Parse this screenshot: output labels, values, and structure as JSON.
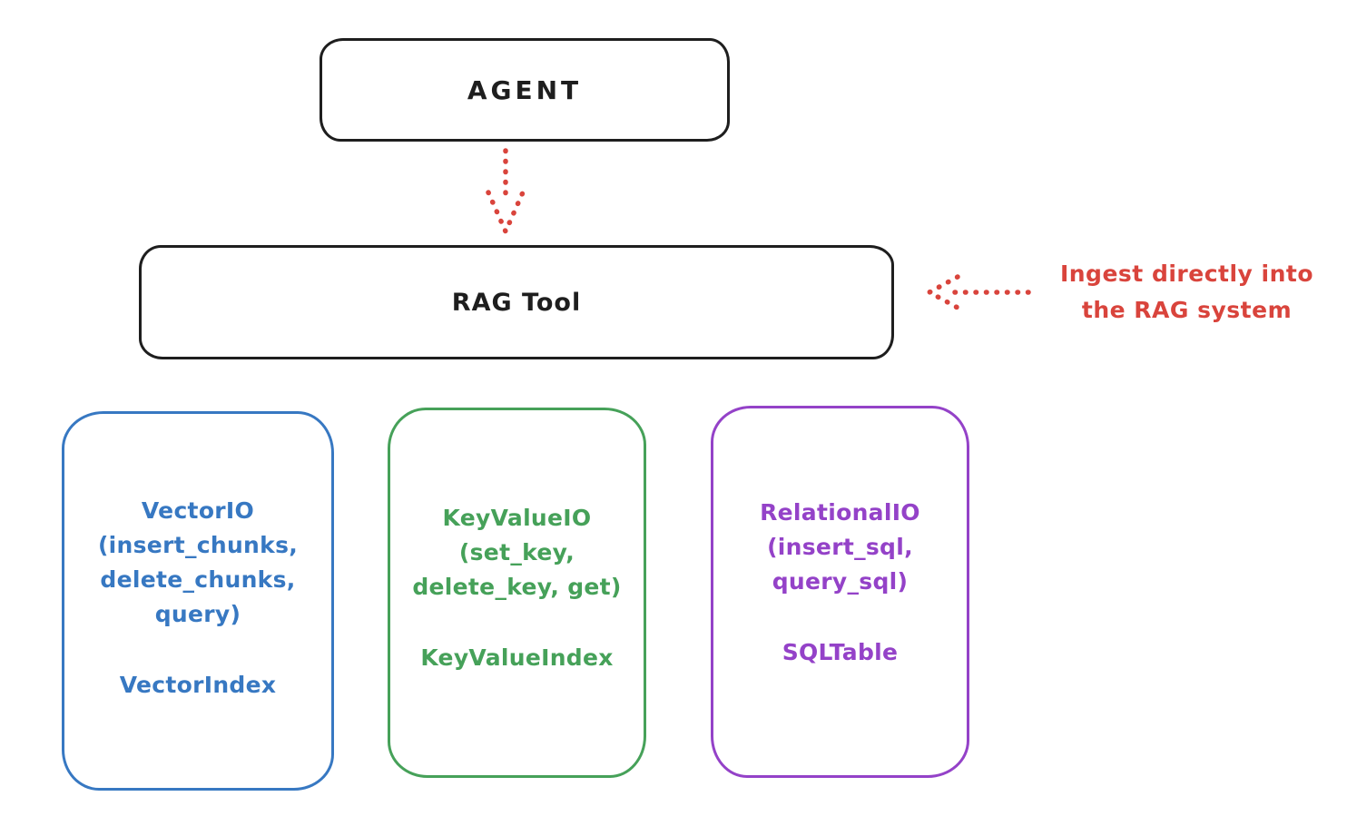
{
  "diagram": {
    "agent": {
      "label": "AGENT"
    },
    "rag_tool": {
      "label": "RAG Tool"
    },
    "annotation": {
      "line1": "Ingest directly into",
      "line2": "the RAG system"
    },
    "stores": [
      {
        "name": "vector-io",
        "lines": [
          "VectorIO",
          "(insert_chunks,",
          "delete_chunks,",
          "query)"
        ],
        "index_label": "VectorIndex",
        "color": "#3778c2"
      },
      {
        "name": "keyvalue-io",
        "lines": [
          "KeyValueIO",
          "(set_key,",
          "delete_key, get)"
        ],
        "index_label": "KeyValueIndex",
        "color": "#46a159"
      },
      {
        "name": "relational-io",
        "lines": [
          "RelationalIO",
          "(insert_sql,",
          "query_sql)"
        ],
        "index_label": "SQLTable",
        "color": "#9442c8"
      }
    ],
    "colors": {
      "stroke": "#1e1e1e",
      "annotation_red": "#d9443c",
      "background": "#ffffff"
    }
  }
}
